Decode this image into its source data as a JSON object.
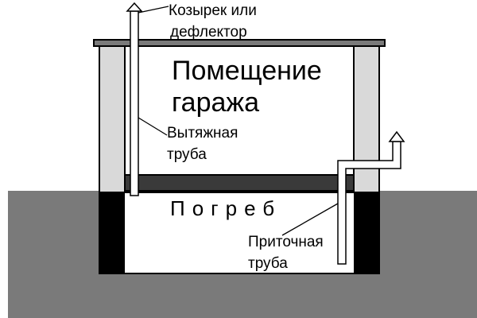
{
  "labels": {
    "deflector_line1": "Козырек или",
    "deflector_line2": "дефлектор",
    "room_line1": "Помещение",
    "room_line2": "гаража",
    "exhaust_line1": "Вытяжная",
    "exhaust_line2": "труба",
    "cellar": "Погреб",
    "supply_line1": "Приточная",
    "supply_line2": "труба"
  },
  "colors": {
    "ground": "#7a7a7a",
    "cellar_walls": "#000000",
    "cellar_floor_slab": "#3a3a3a",
    "garage_walls": "#d9d9d9",
    "roof": "#7a7a7a",
    "outline": "#000000",
    "background": "#ffffff"
  }
}
